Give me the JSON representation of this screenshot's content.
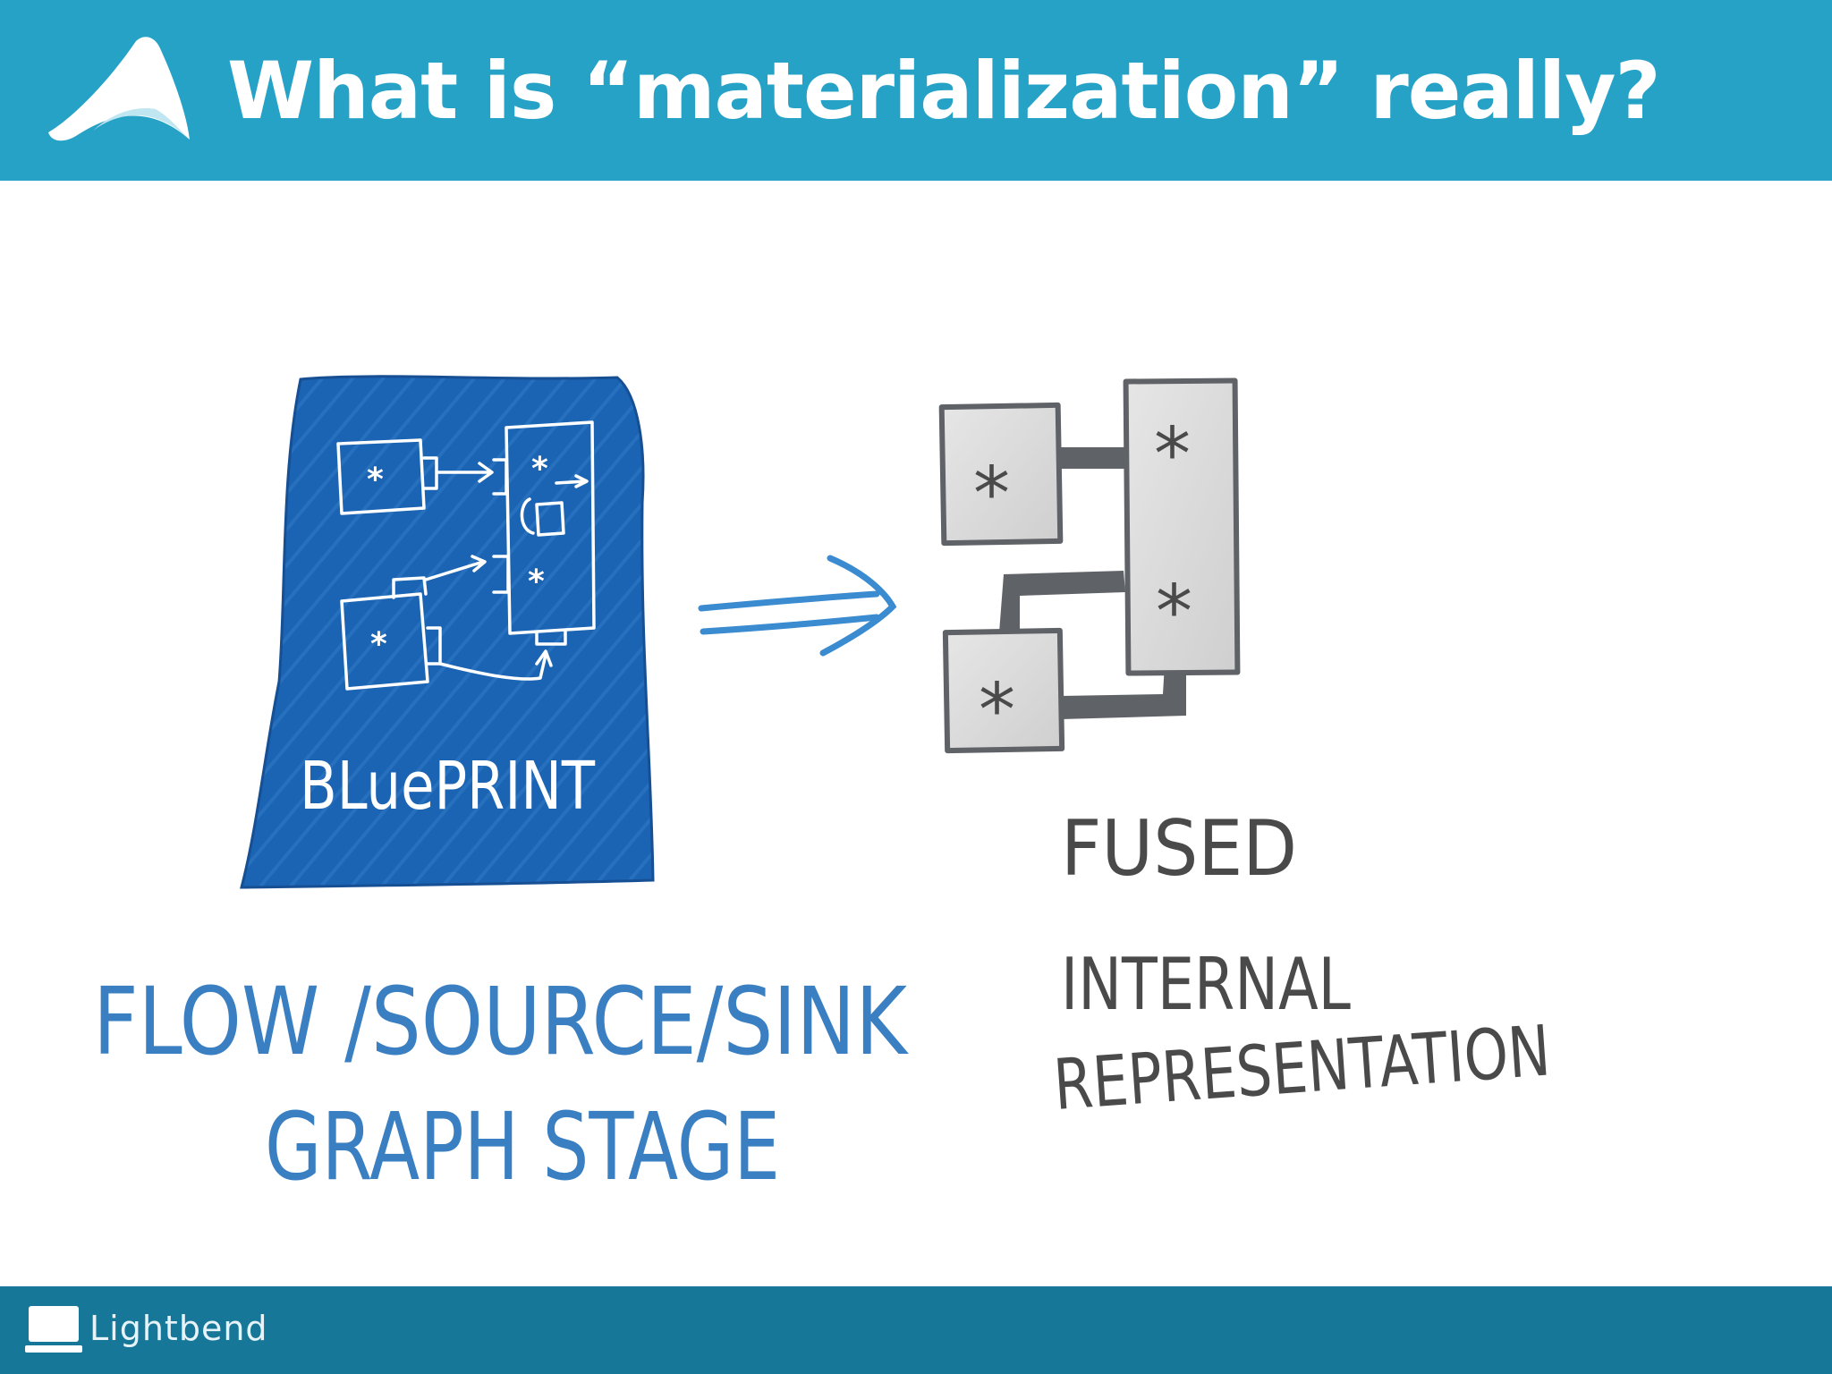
{
  "slide": {
    "title": "What is “materialization” really?",
    "brand": "Lightbend",
    "colors": {
      "header": "#27a2c7",
      "footer": "#167798",
      "blueprint": "#1b63b3",
      "ink_blue": "#3a7fc2",
      "ink_gray": "#4a4a4a"
    }
  },
  "diagram": {
    "blueprint_label": "BLuePRINT",
    "left_caption_line1": "FLOW /SOURCE/SINK",
    "left_caption_line2": "GRAPH STAGE",
    "right_caption_line1": "FUSED",
    "right_caption_line2": "INTERNAL",
    "right_caption_line3": "REPRESENTATION",
    "node_symbol": "*"
  }
}
